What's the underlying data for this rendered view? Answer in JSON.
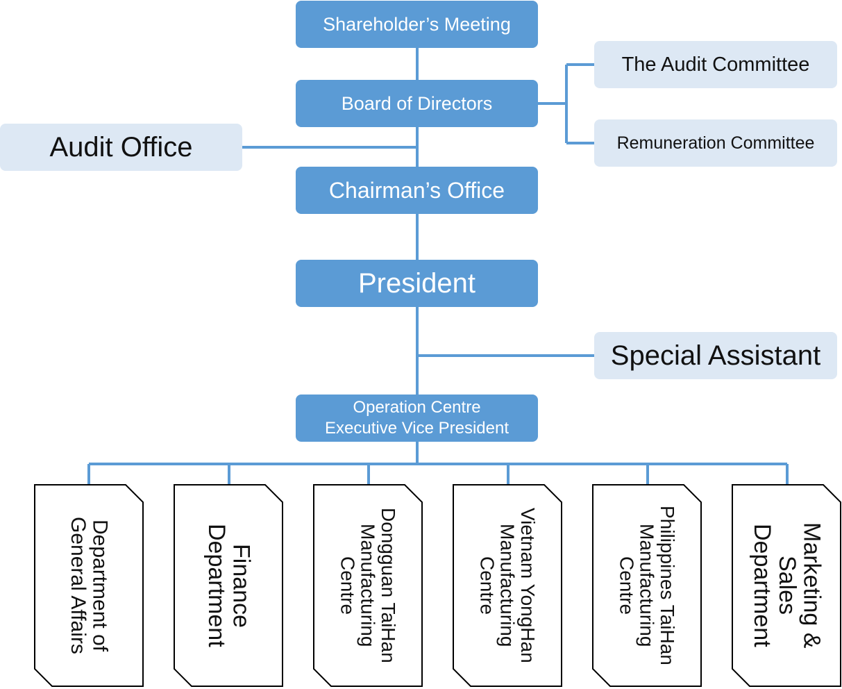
{
  "nodes": {
    "shareholders_meeting": "Shareholder’s Meeting",
    "board_of_directors": "Board of Directors",
    "audit_committee": "The Audit Committee",
    "remuneration_committee": "Remuneration Committee",
    "audit_office": "Audit Office",
    "chairmans_office": "Chairman’s Office",
    "president": "President",
    "special_assistant": "Special Assistant",
    "operation_centre": {
      "line1": "Operation Centre",
      "line2": "Executive Vice President"
    }
  },
  "departments": [
    "Department of\nGeneral Affairs",
    "Finance\nDepartment",
    "Dongguan TaiHan\nManufacturing\nCentre",
    "Vietnam YongHan\nManufacturing\nCentre",
    "Philippines TaiHan\nManufacturing\nCentre",
    "Marketing &\nSales\nDepartment"
  ],
  "colors": {
    "primary_box": "#5b9bd5",
    "secondary_box": "#dde8f4",
    "connector": "#5b9bd5"
  }
}
